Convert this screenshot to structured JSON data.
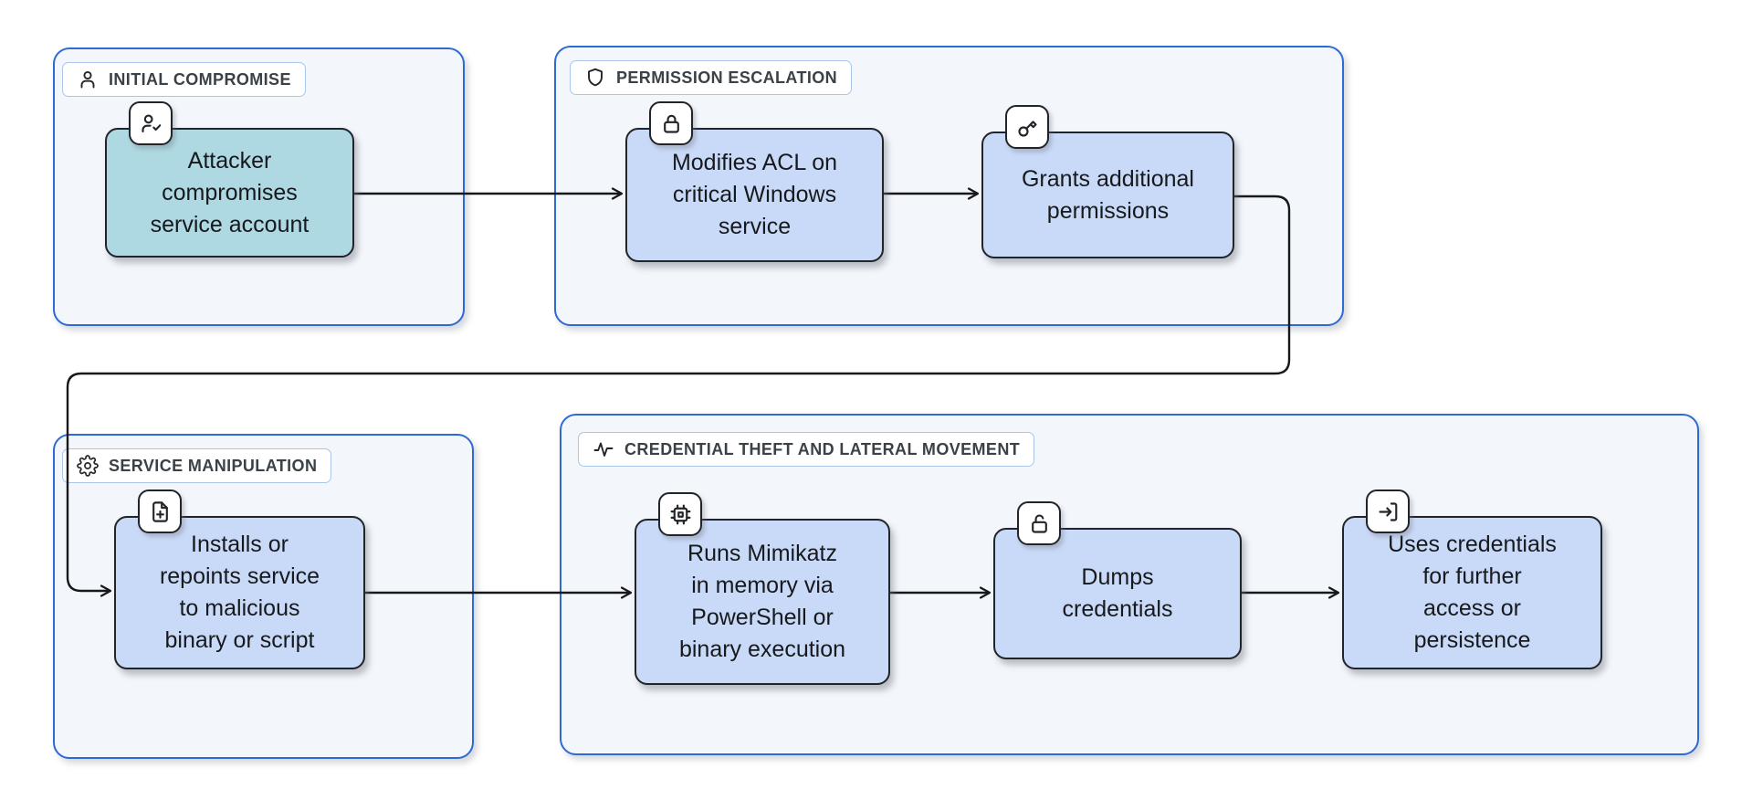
{
  "diagram": {
    "kind": "attack-flowchart",
    "colors": {
      "group_border": "#2e6ad3",
      "group_fill": "#f3f6fb",
      "label_border": "#a9c6ea",
      "label_text": "#3a4147",
      "node_fill": "#c9daf8",
      "node_fill_accent": "#aed8e2",
      "node_border": "#212428",
      "edge": "#16181a",
      "background": "#ffffff"
    },
    "groups": [
      {
        "label": "INITIAL COMPROMISE",
        "icon": "user-icon"
      },
      {
        "label": "PERMISSION ESCALATION",
        "icon": "shield-icon"
      },
      {
        "label": "SERVICE MANIPULATION",
        "icon": "gear-icon"
      },
      {
        "label": "CREDENTIAL THEFT AND LATERAL MOVEMENT",
        "icon": "activity-icon"
      }
    ],
    "nodes": [
      {
        "id": "attacker-compromises-service-account",
        "group": "INITIAL COMPROMISE",
        "icon": "user-check-icon",
        "label": "Attacker\ncompromises\nservice account"
      },
      {
        "id": "modifies-acl-on-critical-windows-service",
        "group": "PERMISSION ESCALATION",
        "icon": "lock-icon",
        "label": "Modifies ACL on\ncritical Windows\nservice"
      },
      {
        "id": "grants-additional-permissions",
        "group": "PERMISSION ESCALATION",
        "icon": "key-icon",
        "label": "Grants additional\npermissions"
      },
      {
        "id": "installs-or-repoints-service",
        "group": "SERVICE MANIPULATION",
        "icon": "file-plus-icon",
        "label": "Installs or\nrepoints service\nto malicious\nbinary or script"
      },
      {
        "id": "runs-mimikatz",
        "group": "CREDENTIAL THEFT AND LATERAL MOVEMENT",
        "icon": "cpu-icon",
        "label": "Runs Mimikatz\nin memory via\nPowerShell or\nbinary execution"
      },
      {
        "id": "dumps-credentials",
        "group": "CREDENTIAL THEFT AND LATERAL MOVEMENT",
        "icon": "unlock-icon",
        "label": "Dumps\ncredentials"
      },
      {
        "id": "uses-credentials",
        "group": "CREDENTIAL THEFT AND LATERAL MOVEMENT",
        "icon": "log-in-icon",
        "label": "Uses credentials\nfor further\naccess or\npersistence"
      }
    ],
    "edges": [
      {
        "from": "attacker-compromises-service-account",
        "to": "modifies-acl-on-critical-windows-service"
      },
      {
        "from": "modifies-acl-on-critical-windows-service",
        "to": "grants-additional-permissions"
      },
      {
        "from": "grants-additional-permissions",
        "to": "installs-or-repoints-service"
      },
      {
        "from": "installs-or-repoints-service",
        "to": "runs-mimikatz"
      },
      {
        "from": "runs-mimikatz",
        "to": "dumps-credentials"
      },
      {
        "from": "dumps-credentials",
        "to": "uses-credentials"
      }
    ]
  }
}
